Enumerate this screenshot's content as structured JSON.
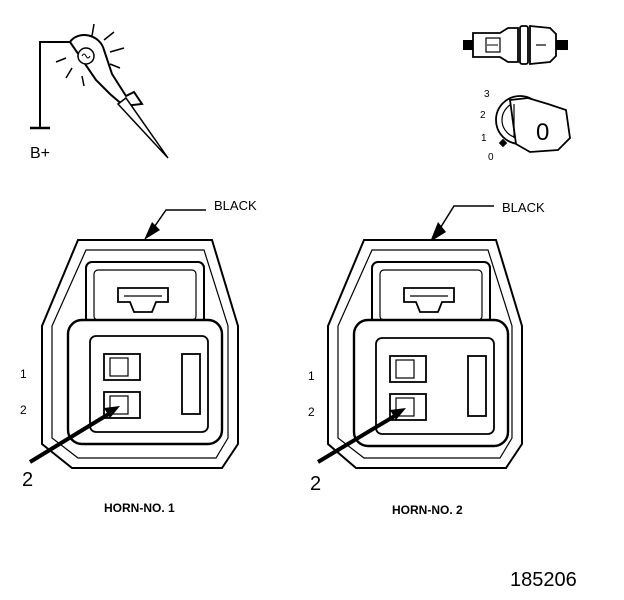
{
  "top_left": {
    "supply_label": "B+",
    "icon": "test-light-probe-icon"
  },
  "top_right": {
    "icon_connector": "connector-plug-icon",
    "icon_ignition": "ignition-key-switch-icon",
    "key_label": "0",
    "positions": [
      "3",
      "2",
      "1",
      "0"
    ]
  },
  "connectors": [
    {
      "wire_color_label": "BLACK",
      "cavity_labels": [
        "1",
        "2"
      ],
      "callout_number": "2",
      "title": "HORN-NO. 1"
    },
    {
      "wire_color_label": "BLACK",
      "cavity_labels": [
        "1",
        "2"
      ],
      "callout_number": "2",
      "title": "HORN-NO. 2"
    }
  ],
  "figure_number": "185206"
}
